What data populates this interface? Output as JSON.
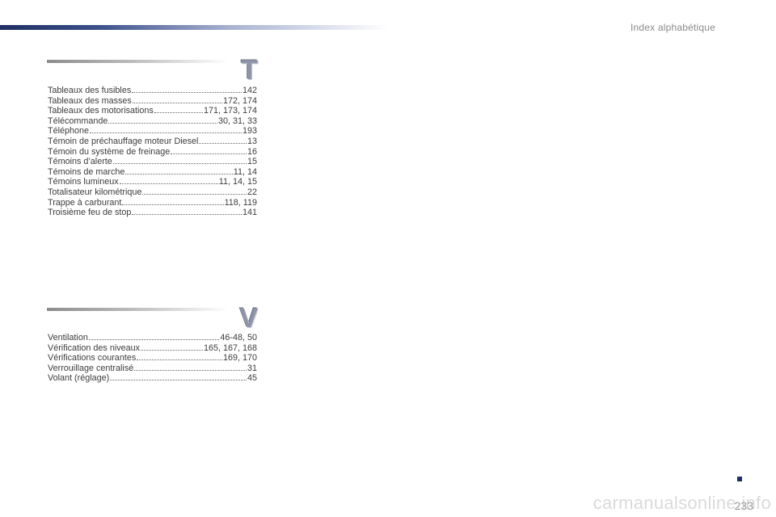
{
  "header": {
    "title": "Index alphabétique"
  },
  "sections": [
    {
      "letter": "T",
      "entries": [
        {
          "term": "Tableaux des fusibles",
          "pages": "142"
        },
        {
          "term": "Tableaux des masses",
          "pages": "172, 174"
        },
        {
          "term": "Tableaux des motorisations",
          "pages": "171, 173, 174"
        },
        {
          "term": "Télécommande",
          "pages": "30, 31, 33"
        },
        {
          "term": "Téléphone",
          "pages": "193"
        },
        {
          "term": "Témoin de préchauffage moteur Diesel",
          "pages": "13"
        },
        {
          "term": "Témoin du système de freinage",
          "pages": "16"
        },
        {
          "term": "Témoins d’alerte",
          "pages": "15"
        },
        {
          "term": "Témoins de marche",
          "pages": "11, 14"
        },
        {
          "term": "Témoins lumineux",
          "pages": "11, 14, 15"
        },
        {
          "term": "Totalisateur kilométrique",
          "pages": "22"
        },
        {
          "term": "Trappe à carburant",
          "pages": "118, 119"
        },
        {
          "term": "Troisième feu de stop",
          "pages": "141"
        }
      ]
    },
    {
      "letter": "V",
      "entries": [
        {
          "term": "Ventilation",
          "pages": "46-48, 50"
        },
        {
          "term": "Vérification des niveaux",
          "pages": "165, 167, 168"
        },
        {
          "term": "Vérifications courantes",
          "pages": "169, 170"
        },
        {
          "term": "Verrouillage centralisé",
          "pages": "31"
        },
        {
          "term": "Volant (réglage)",
          "pages": "45"
        }
      ]
    }
  ],
  "footer": {
    "page_number": "233",
    "watermark": "carmanualsonline.info"
  },
  "colors": {
    "accent": "#1f2f63",
    "letter": "#8f95a8",
    "text": "#3c3c3c"
  }
}
